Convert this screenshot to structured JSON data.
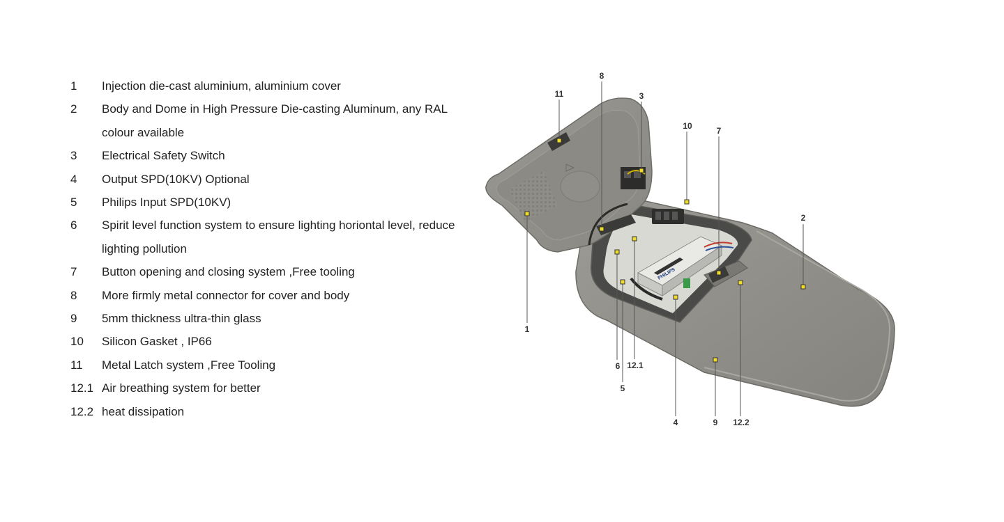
{
  "legend": [
    {
      "num": "1",
      "text": "Injection die-cast aluminium, aluminium cover"
    },
    {
      "num": "2",
      "text": "Body and Dome in High Pressure Die-casting Aluminum, any RAL colour available"
    },
    {
      "num": "3",
      "text": "Electrical Safety Switch"
    },
    {
      "num": "4",
      "text": "Output SPD(10KV) Optional"
    },
    {
      "num": "5",
      "text": "Philips Input SPD(10KV)"
    },
    {
      "num": "6",
      "text": "Spirit level function system to ensure lighting horiontal level, reduce lighting pollution"
    },
    {
      "num": "7",
      "text": "Button opening and closing system ,Free tooling"
    },
    {
      "num": "8",
      "text": "More firmly metal connector for cover and body"
    },
    {
      "num": "9",
      "text": "5mm thickness ultra-thin glass"
    },
    {
      "num": "10",
      "text": "Silicon Gasket , IP66"
    },
    {
      "num": "11",
      "text": "Metal Latch system ,Free Tooling"
    },
    {
      "num": "12.1",
      "text": "Air breathing system for better"
    },
    {
      "num": "12.2",
      "text": "heat dissipation"
    }
  ],
  "callouts": {
    "c1": "1",
    "c2": "2",
    "c3": "3",
    "c4": "4",
    "c5": "5",
    "c6": "6",
    "c7": "7",
    "c8": "8",
    "c9": "9",
    "c10": "10",
    "c11": "11",
    "c12_1": "12.1",
    "c12_2": "12.2"
  },
  "product": {
    "driver_brand": "PHILIPS"
  },
  "colors": {
    "housing": "#8e8c86",
    "marker": "#f1dc2a",
    "leader": "#555555",
    "text": "#222222"
  }
}
